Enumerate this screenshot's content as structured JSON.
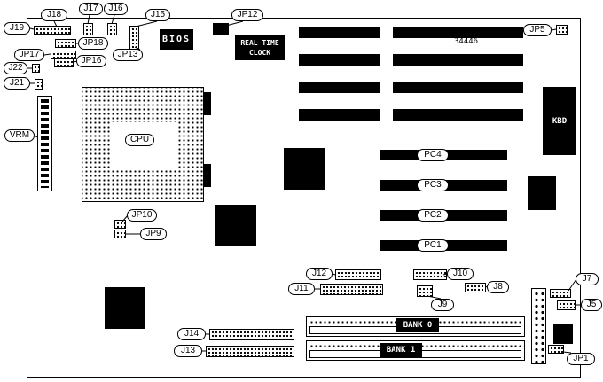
{
  "board": {
    "part_number": "34446"
  },
  "callouts": {
    "j18": "J18",
    "j17": "J17",
    "j16": "J16",
    "j15": "J15",
    "jp12": "JP12",
    "j19": "J19",
    "jp18": "JP18",
    "jp17": "JP17",
    "jp16": "JP16",
    "jp13": "JP13",
    "j22": "J22",
    "j21": "J21",
    "vrm": "VRM",
    "jp10": "JP10",
    "jp9": "JP9",
    "jp5": "JP5",
    "cpu": "CPU",
    "j12": "J12",
    "j11": "J11",
    "j10": "J10",
    "j9": "J9",
    "j8": "J8",
    "j7": "J7",
    "j5": "J5",
    "j14": "J14",
    "j13": "J13",
    "jp1": "JP1"
  },
  "slots": {
    "pc1": "PC1",
    "pc2": "PC2",
    "pc3": "PC3",
    "pc4": "PC4"
  },
  "chips": {
    "bios": "BIOS",
    "rtc": "REAL TIME\nCLOCK",
    "kbd": "KBD"
  },
  "memory": {
    "bank0": "BANK 0",
    "bank1": "BANK 1"
  }
}
